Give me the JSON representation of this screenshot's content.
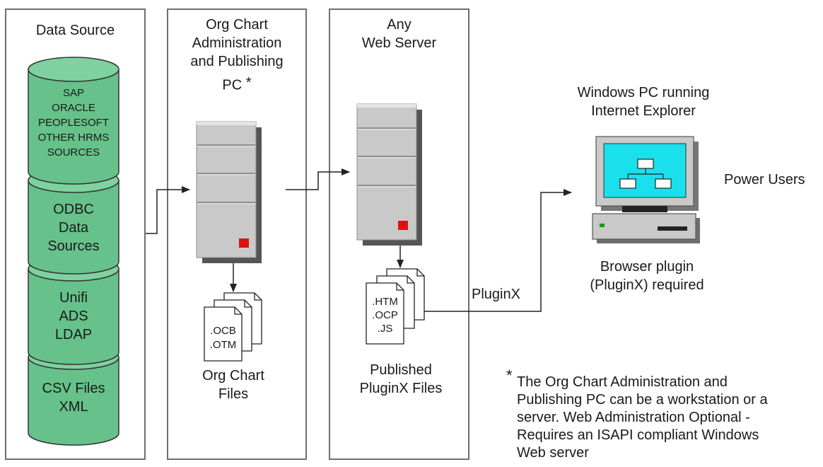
{
  "columns": {
    "data_source": {
      "title": "Data Source"
    },
    "admin_pc": {
      "title_lines": [
        "Org Chart",
        "Administration",
        "and Publishing",
        "PC"
      ],
      "asterisk": "*"
    },
    "web_server": {
      "title_lines": [
        "Any",
        "Web Server"
      ]
    }
  },
  "cylinders": [
    {
      "lines": [
        "SAP",
        "ORACLE",
        "PEOPLESOFT",
        "OTHER HRMS",
        "SOURCES"
      ]
    },
    {
      "lines": [
        "ODBC",
        "Data",
        "Sources"
      ]
    },
    {
      "lines": [
        "Unifi",
        "ADS",
        "LDAP"
      ]
    },
    {
      "lines": [
        "CSV Files",
        "XML"
      ]
    }
  ],
  "org_chart_files": {
    "doc_lines": [
      ".OCB",
      ".OTM"
    ],
    "caption_lines": [
      "Org Chart",
      "Files"
    ]
  },
  "pluginx_files": {
    "doc_lines": [
      ".HTM",
      ".OCP",
      ".JS"
    ],
    "caption_lines": [
      "Published",
      "PluginX Files"
    ]
  },
  "connector_label": "PluginX",
  "client": {
    "heading_lines": [
      "Windows PC running",
      "Internet Explorer"
    ],
    "users_label": "Power Users",
    "note_lines": [
      "Browser plugin",
      "(PluginX) required"
    ]
  },
  "footnote": {
    "marker": "*",
    "lines": [
      "The Org Chart Administration and",
      "Publishing PC can be a workstation or a",
      "server. Web Administration Optional -",
      "Requires an ISAPI compliant Windows",
      "Web server"
    ]
  },
  "colors": {
    "cylinder_fill": "#66c28a",
    "cylinder_dark": "#3f9a63",
    "server_body": "#c9c9c9",
    "indicator": "#e01010",
    "screen": "#19e0ec"
  }
}
